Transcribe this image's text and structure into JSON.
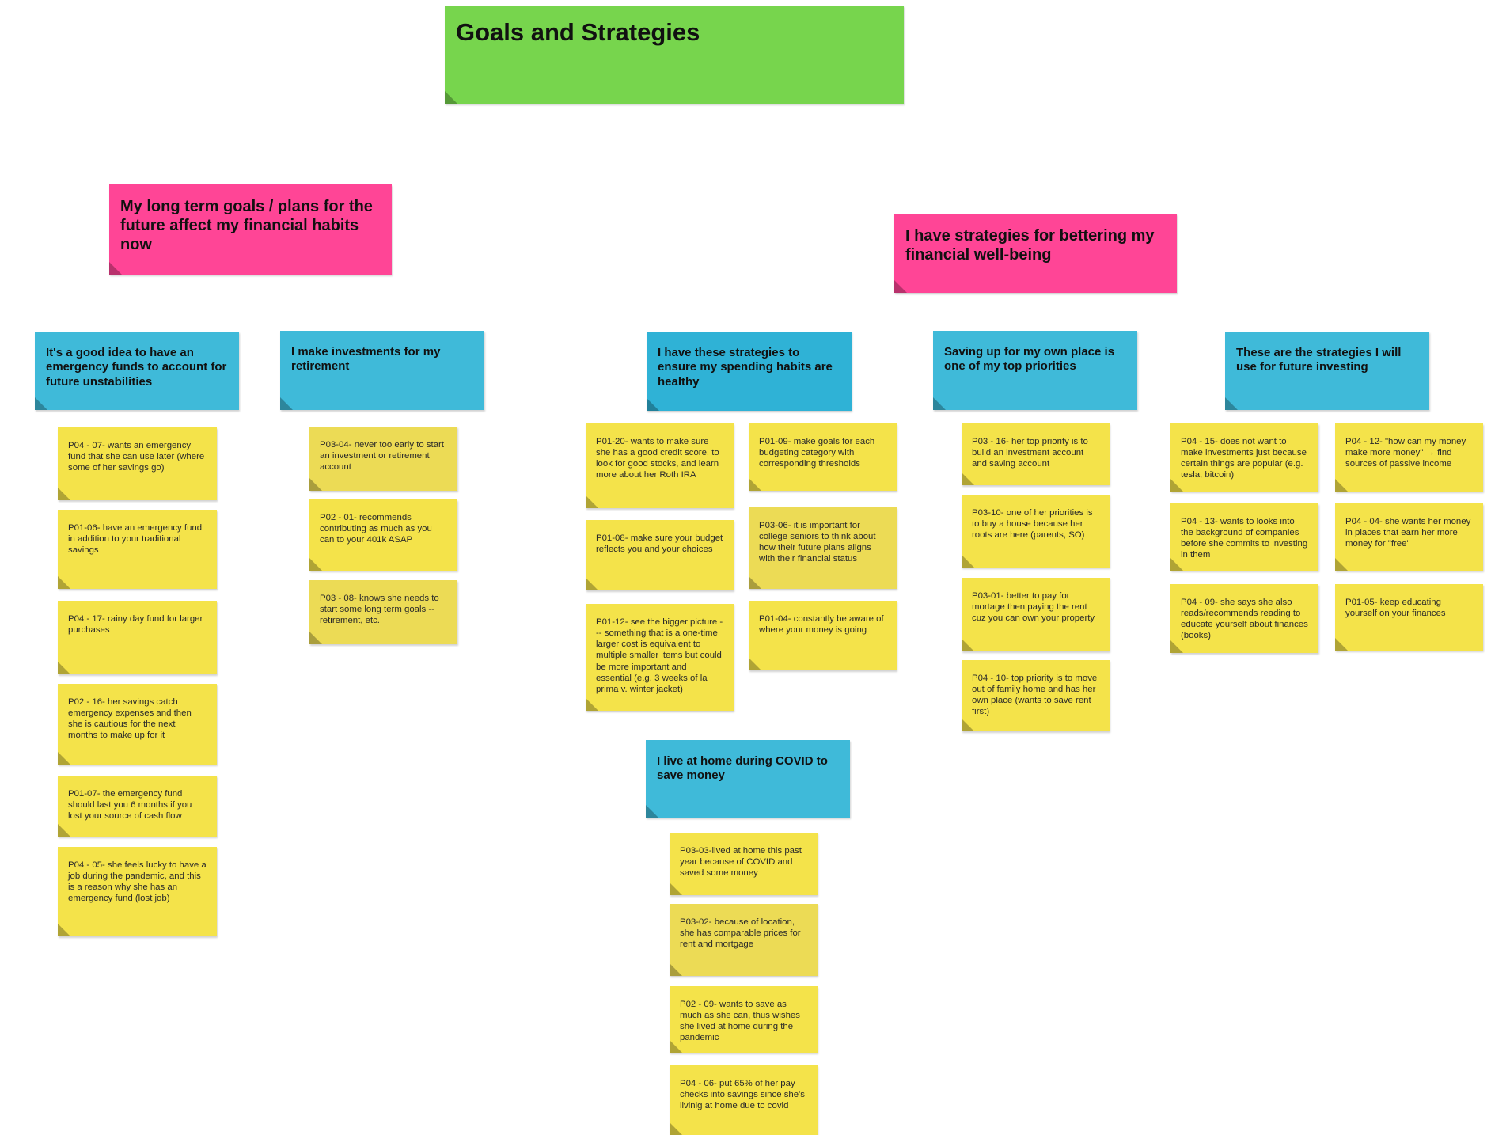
{
  "title": "Goals and Strategies",
  "groups": {
    "long_term": {
      "label": "My long term goals / plans for the future affect my financial habits now"
    },
    "strategies": {
      "label": "I have strategies for bettering my financial well-being"
    }
  },
  "themes": {
    "emergency": {
      "label": "It's a good idea to have an emergency funds to account for future unstabilities",
      "notes": [
        "P04 - 07- wants an emergency fund that she can use later (where some of her savings go)",
        "P01-06- have an emergency fund in addition to your traditional savings",
        "P04 - 17- rainy day fund for larger purchases",
        "P02 - 16- her savings catch emergency expenses and then she is cautious for the next months to make up for it",
        "P01-07- the emergency fund should last you 6 months if you lost your source of cash flow",
        "P04 - 05- she feels lucky to have a job during the pandemic, and this is a reason why she has an emergency fund (lost job)"
      ]
    },
    "retirement": {
      "label": "I make investments for my retirement",
      "notes": [
        "P03-04- never too early to start an investment or retirement account",
        "P02 - 01- recommends contributing as much as you can to your 401k ASAP",
        "P03 - 08- knows she needs to start some long term goals -- retirement, etc."
      ]
    },
    "spending": {
      "label": "I have these strategies to ensure my spending habits are healthy",
      "notes": [
        "P01-20- wants to make sure she has a good credit score, to look for good stocks, and learn more about her Roth IRA",
        "P01-09- make goals for each budgeting category with corresponding thresholds",
        "P01-08- make sure your budget reflects you and your choices",
        "P03-06- it is important for college seniors to think about how their future plans aligns with their financial status",
        "P01-12- see the bigger picture --- something that is a one-time larger cost is equivalent to multiple smaller items but could be more important and essential (e.g. 3 weeks of la prima v. winter jacket)",
        "P01-04- constantly be aware of where your money is going"
      ]
    },
    "covid": {
      "label": "I live at home during COVID to save money",
      "notes": [
        "P03-03-lived at home this past year because of COVID and saved some money",
        "P03-02- because of location, she has comparable prices for rent and mortgage",
        "P02 - 09- wants to save as much as she can, thus wishes she lived at home during the pandemic",
        "P04 - 06- put 65% of her pay checks into savings since she's livinig at home due to covid"
      ]
    },
    "own_place": {
      "label": "Saving up for my own place is one of my top priorities",
      "notes": [
        "P03 - 16- her top priority is to build an investment account and saving account",
        "P03-10- one of her priorities is to buy a house because her roots are here (parents, SO)",
        "P03-01- better to pay for mortage then paying the rent cuz you can own your property",
        "P04 - 10- top priority is to move out of family home and has her own place (wants to save rent first)"
      ]
    },
    "investing": {
      "label": "These are the strategies I will use for future investing",
      "notes": [
        "P04 - 15- does not want to make investments just because certain things are popular (e.g. tesla, bitcoin)",
        "P04 - 12- \"how can my money make more money\" → find sources of passive income",
        "P04 - 13- wants to looks into the background of companies before she commits to investing in them",
        "P04 - 04- she wants her money in places that earn her more money for \"free\"",
        "P04 - 09- she says she also reads/recommends reading to educate yourself about finances (books)",
        "P01-05- keep educating yourself on your finances"
      ]
    }
  }
}
